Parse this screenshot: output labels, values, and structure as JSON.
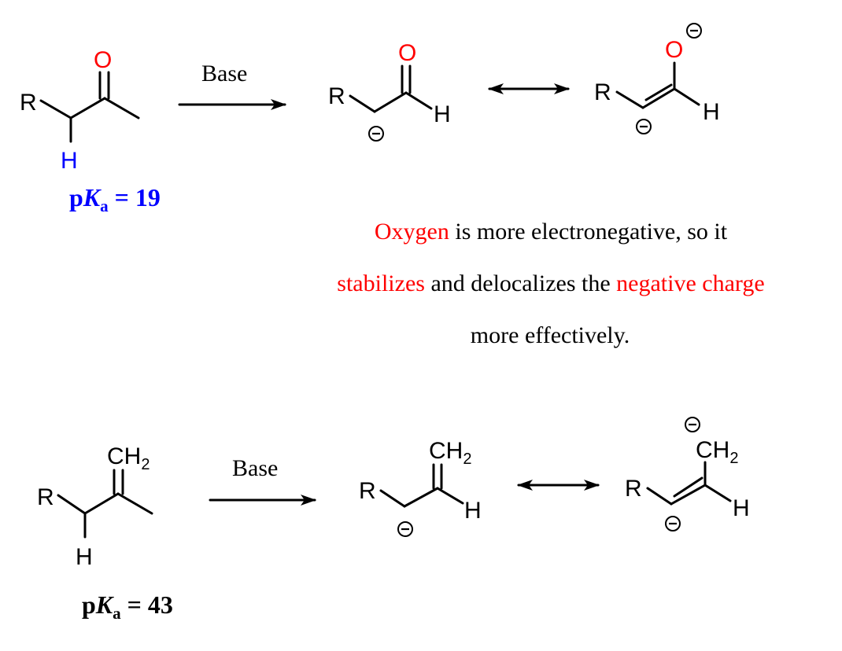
{
  "colors": {
    "oxygen": "#ff0000",
    "acidic_h": "#0000ff",
    "pka_top": "#0000ff",
    "highlight": "#ff0000",
    "default": "#000000"
  },
  "atoms": {
    "R": "R",
    "O": "O",
    "H": "H",
    "CH": "CH",
    "two": "2"
  },
  "reaction_top": {
    "reagent": "Base",
    "pka_prefix": "p",
    "pka_K": "K",
    "pka_sub": "a",
    "pka_value": " = 19"
  },
  "reaction_bottom": {
    "reagent": "Base",
    "pka_prefix": "p",
    "pka_K": "K",
    "pka_sub": "a",
    "pka_value": " = 43"
  },
  "explanation": {
    "line1": {
      "red1": "Oxygen",
      "black1": " is more electronegative, so it"
    },
    "line2": {
      "red1": "stabilizes",
      "black1": " and delocalizes the ",
      "red2": "negative charge"
    },
    "line3": {
      "black1": "more effectively."
    }
  }
}
